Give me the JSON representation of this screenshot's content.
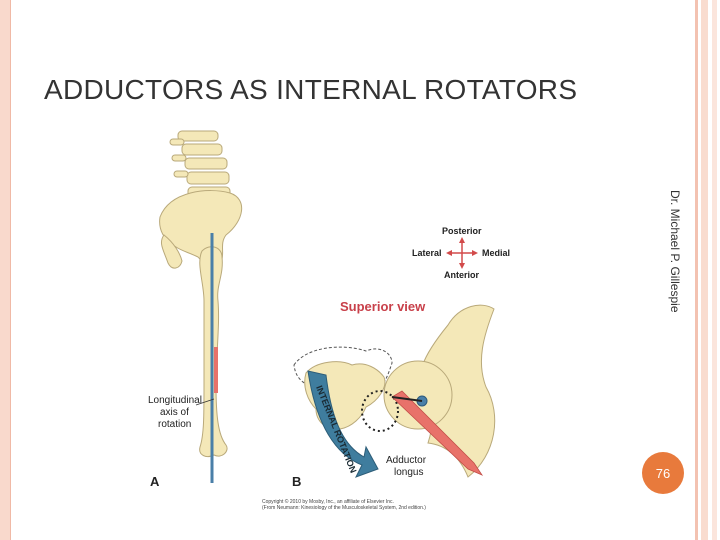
{
  "slide": {
    "title": "ADDUCTORS AS INTERNAL ROTATORS",
    "credit": "Dr. Michael P. Gillespie",
    "page_number": "76"
  },
  "figure": {
    "panel_a_label": "A",
    "panel_b_label": "B",
    "axis_label_line1": "Longitudinal",
    "axis_label_line2": "axis of",
    "axis_label_line3": "rotation",
    "compass_posterior": "Posterior",
    "compass_lateral": "Lateral",
    "compass_medial": "Medial",
    "compass_anterior": "Anterior",
    "view_label": "Superior view",
    "rotation_label": "INTERNAL ROTATION",
    "muscle_label_line1": "Adductor",
    "muscle_label_line2": "longus",
    "copyright_line1": "Copyright © 2010 by Mosby, Inc., an affiliate of Elsevier Inc.",
    "copyright_line2": "(From Neumann: Kinesiology of the Musculoskeletal System, 2nd edition.)"
  },
  "colors": {
    "bone": "#f4e8b8",
    "bone_stroke": "#b9a97a",
    "axis_blue": "#4a7fa8",
    "muscle_red": "#e8726a",
    "arrow_blue": "#3f7d9e",
    "compass_red": "#d24a4a",
    "view_label_red": "#c8404a",
    "badge_orange": "#e87a3c"
  }
}
